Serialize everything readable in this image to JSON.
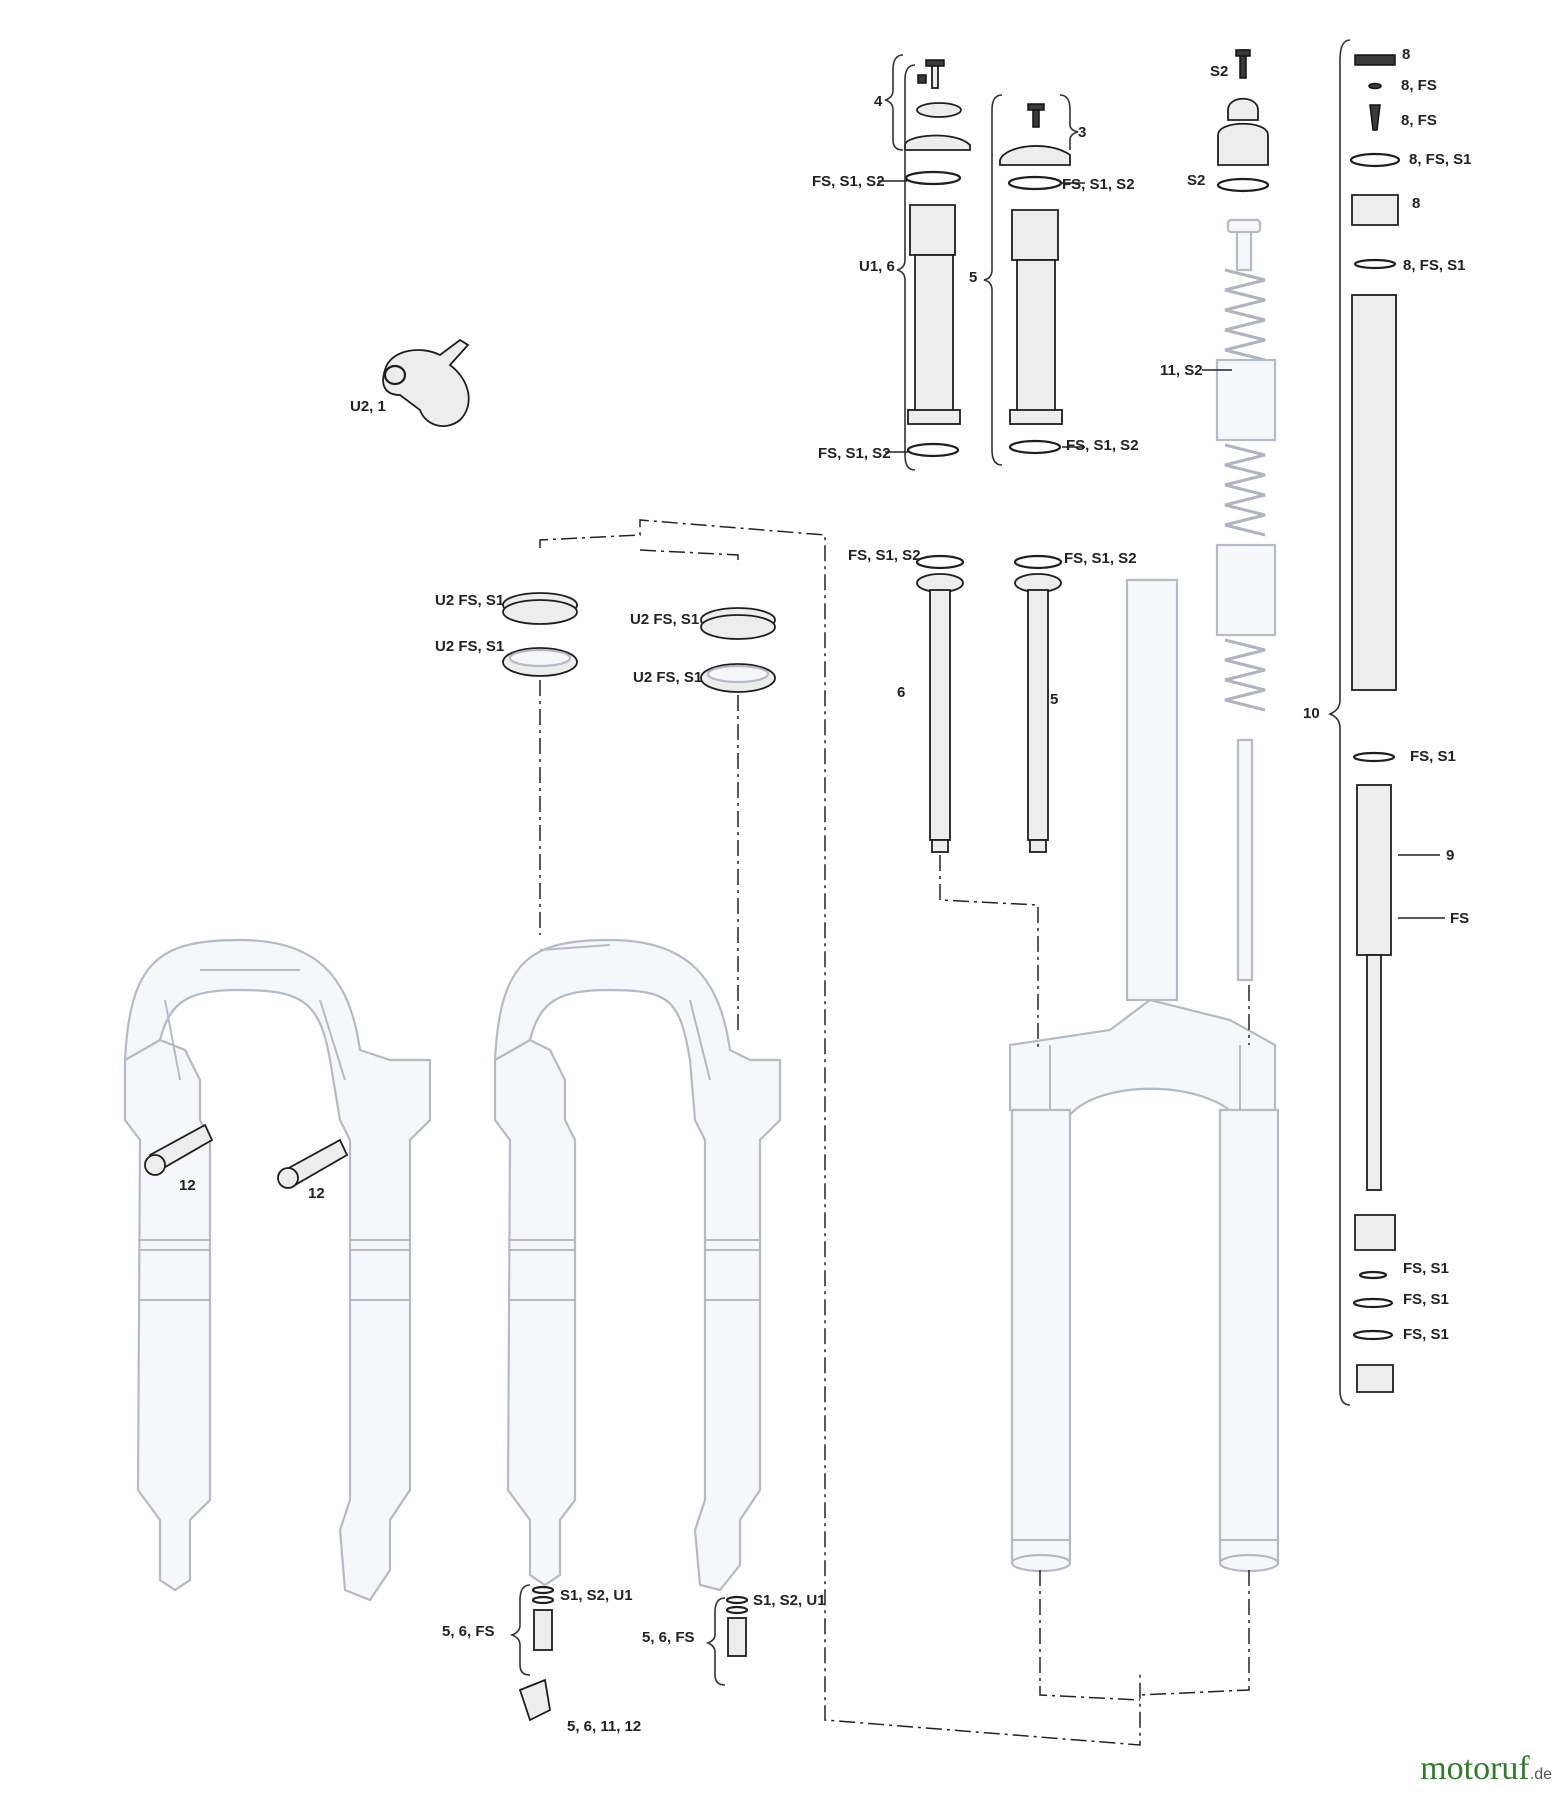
{
  "watermark": {
    "brand": "motoruf",
    "tld": ".de"
  },
  "labels": {
    "l1": "4",
    "l2": "3",
    "l3": "FS, S1, S2",
    "l4": "FS, S1, S2",
    "l5": "U1, 6",
    "l6": "5",
    "l7": "FS, S1, S2",
    "l8": "FS, S1, S2",
    "l9": "U2, 1",
    "l10": "S2",
    "l11": "S2",
    "l12": "11, S2",
    "l13": "8",
    "l14": "8, FS",
    "l15": "8, FS",
    "l16": "8, FS, S1",
    "l17": "8",
    "l18": "8, FS, S1",
    "l19": "10",
    "l20": "FS, S1",
    "l21": "9",
    "l22": "FS",
    "l23": "FS, S1",
    "l24": "FS, S1",
    "l25": "FS, S1",
    "l26": "U2 FS, S1",
    "l27": "U2 FS, S1",
    "l28": "U2 FS, S1",
    "l29": "U2 FS, S1",
    "l30": "FS, S1, S2",
    "l31": "FS, S1, S2",
    "l32": "6",
    "l33": "5",
    "l34": "12",
    "l35": "12",
    "l36": "S1, S2, U1",
    "l37": "5, 6, FS",
    "l38": "5, 6, 11, 12",
    "l39": "S1, S2, U1",
    "l40": "5, 6, FS"
  }
}
